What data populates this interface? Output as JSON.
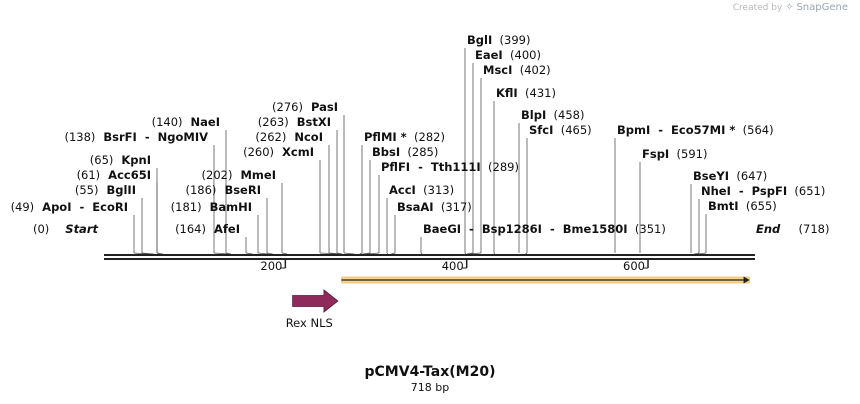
{
  "credit": {
    "prefix": "Created by",
    "brand": "SnapGene"
  },
  "map": {
    "title": "pCMV4-Tax(M20)",
    "length_label": "718 bp",
    "sequence_length": 718,
    "range": [
      0,
      718
    ],
    "ticks": [
      {
        "value": 200,
        "label": "200"
      },
      {
        "value": 400,
        "label": "400"
      },
      {
        "value": 600,
        "label": "600"
      }
    ],
    "start_label": {
      "pos": "(0)",
      "name": "Start"
    },
    "end_label": {
      "name": "End",
      "pos": "(718)"
    },
    "colors": {
      "backbone": "#222222",
      "orf": "#e3a020",
      "nls": "#8e2b5b"
    }
  },
  "sites": [
    {
      "parts": [
        "(49)",
        "ApoI",
        "-",
        "EcoRI"
      ],
      "position": 49
    },
    {
      "parts": [
        "(55)",
        "BglII"
      ],
      "position": 55
    },
    {
      "parts": [
        "(61)",
        "Acc65I"
      ],
      "position": 61
    },
    {
      "parts": [
        "(65)",
        "KpnI"
      ],
      "position": 65
    },
    {
      "parts": [
        "(138)",
        "BsrFI",
        "-",
        "NgoMIV"
      ],
      "position": 138
    },
    {
      "parts": [
        "(140)",
        "NaeI"
      ],
      "position": 140
    },
    {
      "parts": [
        "(164)",
        "AfeI"
      ],
      "position": 164
    },
    {
      "parts": [
        "(181)",
        "BamHI"
      ],
      "position": 181
    },
    {
      "parts": [
        "(186)",
        "BseRI"
      ],
      "position": 186
    },
    {
      "parts": [
        "(202)",
        "MmeI"
      ],
      "position": 202
    },
    {
      "parts": [
        "(260)",
        "XcmI"
      ],
      "position": 260
    },
    {
      "parts": [
        "(262)",
        "NcoI"
      ],
      "position": 262
    },
    {
      "parts": [
        "(263)",
        "BstXI"
      ],
      "position": 263
    },
    {
      "parts": [
        "(276)",
        "PasI"
      ],
      "position": 276
    },
    {
      "parts": [
        "PflMI *",
        "(282)"
      ],
      "position": 282
    },
    {
      "parts": [
        "BbsI",
        "(285)"
      ],
      "position": 285
    },
    {
      "parts": [
        "PflFI",
        "-",
        "Tth111I",
        "(289)"
      ],
      "position": 289
    },
    {
      "parts": [
        "AccI",
        "(313)"
      ],
      "position": 313
    },
    {
      "parts": [
        "BsaAI",
        "(317)"
      ],
      "position": 317
    },
    {
      "parts": [
        "BaeGI",
        "-",
        "Bsp1286I",
        "-",
        "Bme1580I",
        "(351)"
      ],
      "position": 351
    },
    {
      "parts": [
        "BglI",
        "(399)"
      ],
      "position": 399
    },
    {
      "parts": [
        "EaeI",
        "(400)"
      ],
      "position": 400
    },
    {
      "parts": [
        "MscI",
        "(402)"
      ],
      "position": 402
    },
    {
      "parts": [
        "KflI",
        "(431)"
      ],
      "position": 431
    },
    {
      "parts": [
        "BlpI",
        "(458)"
      ],
      "position": 458
    },
    {
      "parts": [
        "SfcI",
        "(465)"
      ],
      "position": 465
    },
    {
      "parts": [
        "BpmI",
        "-",
        "Eco57MI *",
        "(564)"
      ],
      "position": 564
    },
    {
      "parts": [
        "FspI",
        "(591)"
      ],
      "position": 591
    },
    {
      "parts": [
        "BseYI",
        "(647)"
      ],
      "position": 647
    },
    {
      "parts": [
        "NheI",
        "-",
        "PspFI",
        "(651)"
      ],
      "position": 651
    },
    {
      "parts": [
        "BmtI",
        "(655)"
      ],
      "position": 655
    }
  ],
  "features": [
    {
      "name": "Rex NLS",
      "start": 208,
      "end": 258,
      "kind": "nls",
      "color": "#8e2b5b"
    },
    {
      "name": "",
      "start": 262,
      "end": 712,
      "kind": "orf",
      "color": "#e3a020"
    }
  ]
}
